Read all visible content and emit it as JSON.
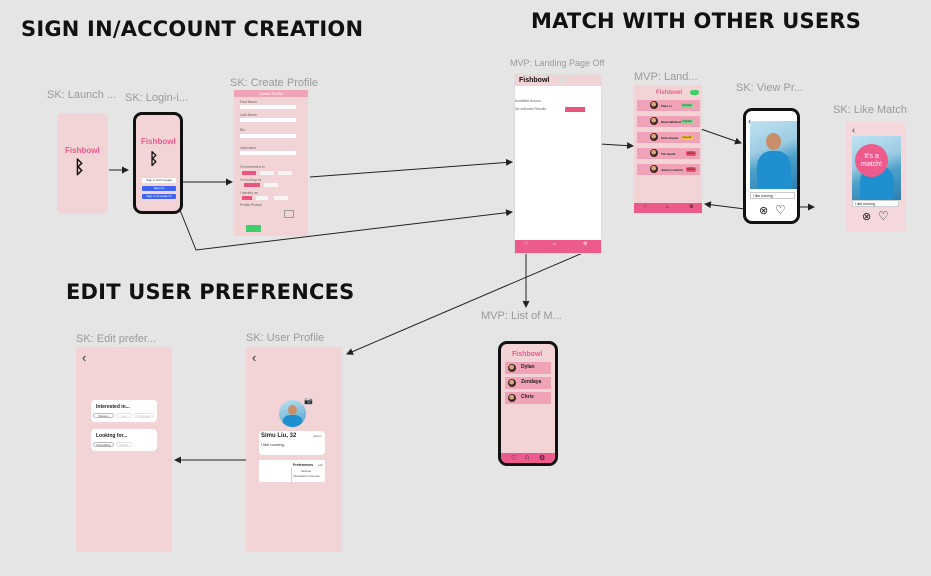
{
  "headings": {
    "signin": "SIGN IN/ACCOUNT CREATION",
    "match": "MATCH WITH OTHER USERS",
    "edit": "EDIT USER PREFRENCES"
  },
  "frames": {
    "launch": "SK: Launch ...",
    "login": "SK: Login-i...",
    "create_profile": "SK: Create Profile",
    "landing_off": "MVP: Landing Page Off",
    "landing": "MVP: Land...",
    "view_profile": "SK: View Pr...",
    "like_match": "SK: Like Match",
    "list_matches": "MVP: List of M...",
    "edit_prefs": "SK: Edit prefer...",
    "user_profile": "SK: User Profile"
  },
  "brand": "Fishbowl",
  "login": {
    "buttons": [
      "Sign in with Google",
      "Sign Up",
      "Sign In w/ Apple ID"
    ]
  },
  "create_profile": {
    "title": "Create Profile",
    "fields": [
      "First Name",
      "Last Name",
      "Bio",
      "Username"
    ],
    "sections": [
      "I'm interested in",
      "I'm looking for",
      "I identify as",
      "Profile Picture"
    ]
  },
  "landing_off": {
    "lines": [
      "Available Across",
      "No selected Results"
    ]
  },
  "landing": {
    "users": [
      {
        "name": "Zhen Li",
        "tag": "Friends",
        "color": "#7cd38b"
      },
      {
        "name": "Rhett Whitlock",
        "tag": "Friends",
        "color": "#7cd38b"
      },
      {
        "name": "Chris Evans",
        "tag": "Casually",
        "color": "#f5c542"
      },
      {
        "name": "Tim Spark",
        "tag": "Dating",
        "color": "#ef4f6a"
      },
      {
        "name": "Johnny Carlton",
        "tag": "Dating",
        "color": "#ef4f6a"
      }
    ]
  },
  "view_profile": {
    "caption": "I like running"
  },
  "like_match": {
    "bubble": "It's a match!",
    "caption": "I like running"
  },
  "list_matches": {
    "names": [
      "Dylan",
      "Zendaya",
      "Chris"
    ]
  },
  "edit_prefs": {
    "cards": [
      {
        "title": "Interested in...",
        "options": [
          "Women",
          "Men",
          "Nonbinary"
        ]
      },
      {
        "title": "Looking for...",
        "options": [
          "Friendship",
          "Dating"
        ]
      }
    ]
  },
  "user_profile": {
    "name": "Simu Liu, 32",
    "distance": "pittson",
    "bio": "I like running.",
    "pref_label": "Preferences",
    "pref_edit": "edit",
    "pref_values": [
      "Serious",
      "Interested in women"
    ]
  },
  "icons": {
    "bluetooth": "bluetooth-icon",
    "heart": "heart-icon",
    "close": "close-icon",
    "home": "home-icon",
    "camera": "camera-icon",
    "back": "chevron-left-icon"
  },
  "colors": {
    "accent": "#ec5b8c",
    "frame": "#f2d3d6",
    "canvas": "#e5e5e5"
  }
}
